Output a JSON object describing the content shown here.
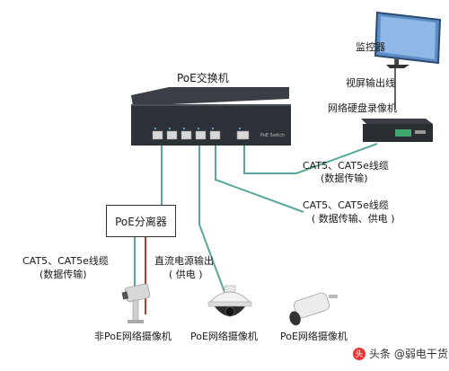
{
  "switch": {
    "title": "PoE交换机",
    "badge": "PoE Switch"
  },
  "monitor": {
    "label": "监控器"
  },
  "video_cable": {
    "label": "视屏输出线"
  },
  "nvr": {
    "label": "网络硬盘录像机"
  },
  "link_nvr": {
    "line1": "CAT5、CAT5e线缆",
    "line2": "(数据传输)"
  },
  "link_poe": {
    "line1": "CAT5、CAT5e线缆",
    "line2": "( 数据传输、供电 )"
  },
  "splitter": {
    "label": "PoE分离器"
  },
  "link_splitter": {
    "line1": "CAT5、CAT5e线缆",
    "line2": "(数据传输)"
  },
  "dc_output": {
    "line1": "直流电源输出",
    "line2": "( 供电 )"
  },
  "cameras": [
    {
      "label": "非PoE网络摄像机"
    },
    {
      "label": "PoE网络摄像机"
    },
    {
      "label": "PoE网络摄像机"
    }
  ],
  "watermark": {
    "text": "头条 @弱电干货",
    "icon": "toutiao-logo-icon"
  },
  "colors": {
    "data_cable": "#5aa89b",
    "power_cable": "#c0392b",
    "device": "#2d3238"
  }
}
